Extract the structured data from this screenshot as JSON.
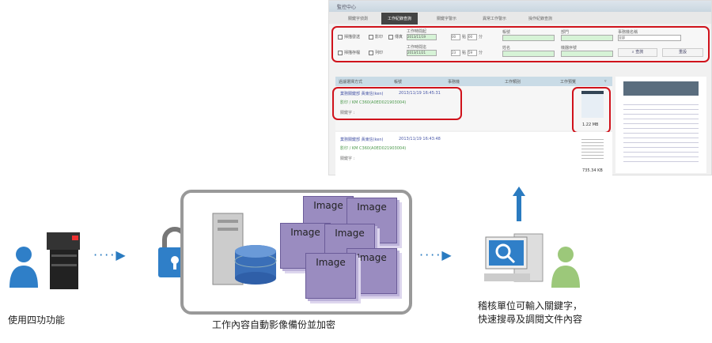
{
  "screen": {
    "title": "監控中心",
    "tabs": [
      "關鍵字偵測",
      "工作紀錄查詢",
      "關鍵字警示",
      "異常工作警示",
      "操作紀錄查詢"
    ],
    "active_tab": 1,
    "filters": {
      "checkboxes": [
        "掃描發送",
        "影印",
        "傳真",
        "掃描存檔",
        "列印"
      ],
      "time_start_label": "工作時間起",
      "time_start_value": "2013/11/19",
      "time_end_label": "工作時間迄",
      "time_end_value": "2013/11/21",
      "to_label": "點",
      "hour_label": "分",
      "hour_start": "00",
      "min_start": "00",
      "hour_end": "23",
      "min_end": "59",
      "account_label": "帳號",
      "dept_label": "部門",
      "name_label": "姓名",
      "serial_label": "機器序號",
      "machine_label": "事務機名稱",
      "machine_value": "全部",
      "search_label": "查詢",
      "reset_label": "重設"
    },
    "table": {
      "headers": [
        "過濾選擇方式",
        "帳號",
        "事務機",
        "工作類別",
        "工作預覽"
      ],
      "rows": [
        {
          "user": "業務關鍵部 黃東信(ken)",
          "time": "2013/11/19 16:45:31",
          "job": "影印 / KM C360(A0ED021903004)",
          "keyword": "關鍵字 :",
          "size": "1.22 MB"
        },
        {
          "user": "業務關鍵部 黃東信(ken)",
          "time": "2013/11/19 16:43:48",
          "job": "影印 / KM C360(A0ED021903004)",
          "keyword": "關鍵字 :",
          "size": "735.34 KB"
        }
      ]
    }
  },
  "diagram": {
    "user_caption": "使用四功功能",
    "backup_caption": "工作內容自動影像備份並加密",
    "image_label": "Image",
    "audit_caption_1": "稽核單位可輸入關鍵字，",
    "audit_caption_2": "快速搜尋及調閱文件內容",
    "colors": {
      "accent": "#2a7bc0",
      "highlight": "#d0121b",
      "image": "#9a8cc0"
    }
  }
}
